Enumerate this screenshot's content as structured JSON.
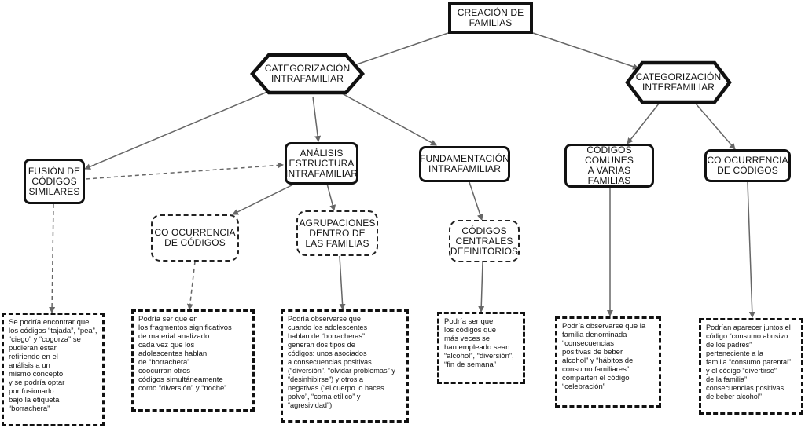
{
  "diagram": {
    "root": "CREACIÓN DE\nFAMILIAS",
    "intra": "CATEGORIZACIÓN\nINTRAFAMILIAR",
    "inter": "CATEGORIZACIÓN\nINTERFAMILIAR",
    "fusion": "FUSIÓN DE\nCÓDIGOS\nSIMILARES",
    "analisis": "ANÁLISIS\nESTRUCTURA\nINTRAFAMILIAR",
    "fundamentacion": "FUNDAMENTACIÓN\nINTRAFAMILIAR",
    "comunes": "CÓDIGOS\nCOMUNES\nA VARIAS FAMILIAS",
    "co_inter": "CO OCURRENCIA\nDE CÓDIGOS",
    "co_intra": "CO OCURRENCIA\nDE CÓDIGOS",
    "agrupaciones": "AGRUPACIONES\nDENTRO DE\nLAS FAMILIAS",
    "centrales": "CÓDIGOS\nCENTRALES\nDEFINITORIOS",
    "notes": {
      "fusion": "Se podría encontrar que\nlos códigos “tajada”, “pea”,\n“ciego” y “cogorza” se\npudieran estar\nrefiriendo en el\nanálisis a un\nmismo concepto\ny se podría optar\npor fusionarlo\nbajo la etiqueta\n“borrachera”",
      "co_intra": "Podría ser que en\nlos fragmentos significativos\nde material analizado\ncada vez que los\nadolescentes hablan\nde “borrachera”\ncoocurran otros\ncódigos simultáneamente\ncomo “diversión” y “noche”",
      "agrupaciones": "Podría observarse que\ncuando los adolescentes\nhablan de “borracheras”\ngeneran dos tipos de\ncódigos: unos asociados\na consecuencias positivas\n(“diversión”, “olvidar problemas” y\n“desinhibirse”) y otros a\nnegativas (“el cuerpo lo haces\npolvo”, “coma etílico” y\n“agresividad”)",
      "centrales": "Podría ser que\nlos códigos que\nmás veces se\nhan empleado sean\n“alcohol”, “diversión”,\n“fin de semana”",
      "comunes": "Podría observarse que la\nfamilia denominada\n“consecuencias\npositivas de beber\nalcohol” y “hábitos de\nconsumo familiares”\ncomparten el código\n“celebración”",
      "co_inter": "Podrían aparecer juntos el\ncódigo “consumo abusivo\nde los padres”\nperteneciente a la\nfamilia “consumo parental”\ny el código “divertirse”\nde la familia”\nconsecuencias positivas\nde beber alcohol”"
    }
  }
}
